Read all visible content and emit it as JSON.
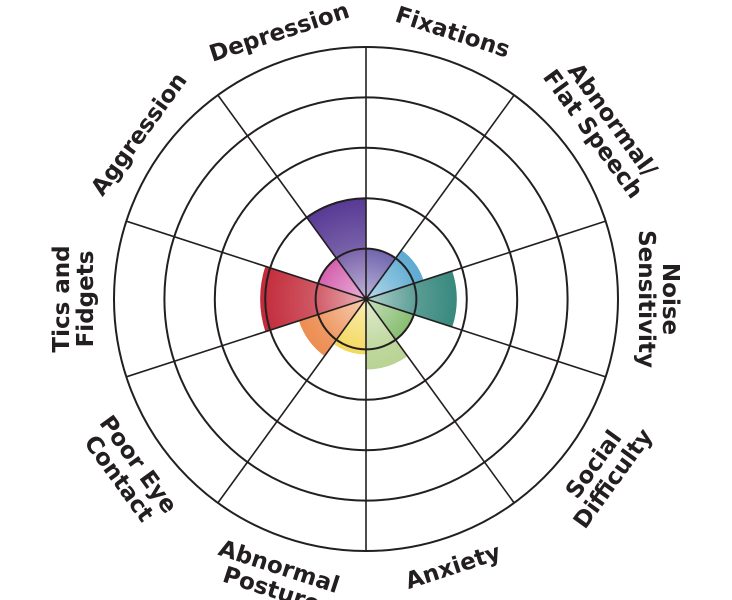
{
  "chart_data": {
    "type": "polar-area",
    "title": "",
    "scale_max": 5,
    "ring_count": 5,
    "gridlines": true,
    "categories": [
      {
        "label_lines": [
          "Fixations"
        ],
        "value": 1.0,
        "color": "#3b2a8f"
      },
      {
        "label_lines": [
          "Abnormal/",
          "Flat Speech"
        ],
        "value": 1.2,
        "color": "#2f93c4"
      },
      {
        "label_lines": [
          "Noise",
          "Sensitivity"
        ],
        "value": 1.8,
        "color": "#1f7a6e"
      },
      {
        "label_lines": [
          "Social",
          "Difficulty"
        ],
        "value": 1.0,
        "color": "#5aa43a"
      },
      {
        "label_lines": [
          "Anxiety"
        ],
        "value": 1.4,
        "color": "#a8c97a"
      },
      {
        "label_lines": [
          "Abnormal",
          "Posture"
        ],
        "value": 1.1,
        "color": "#f0cc2a"
      },
      {
        "label_lines": [
          "Poor Eye",
          "Contact"
        ],
        "value": 1.4,
        "color": "#e8742a"
      },
      {
        "label_lines": [
          "Tics and",
          "Fidgets"
        ],
        "value": 2.1,
        "color": "#bf1e2e"
      },
      {
        "label_lines": [
          "Aggression"
        ],
        "value": 1.0,
        "color": "#c4248f"
      },
      {
        "label_lines": [
          "Depression"
        ],
        "value": 2.0,
        "color": "#4a2a8c"
      }
    ]
  }
}
